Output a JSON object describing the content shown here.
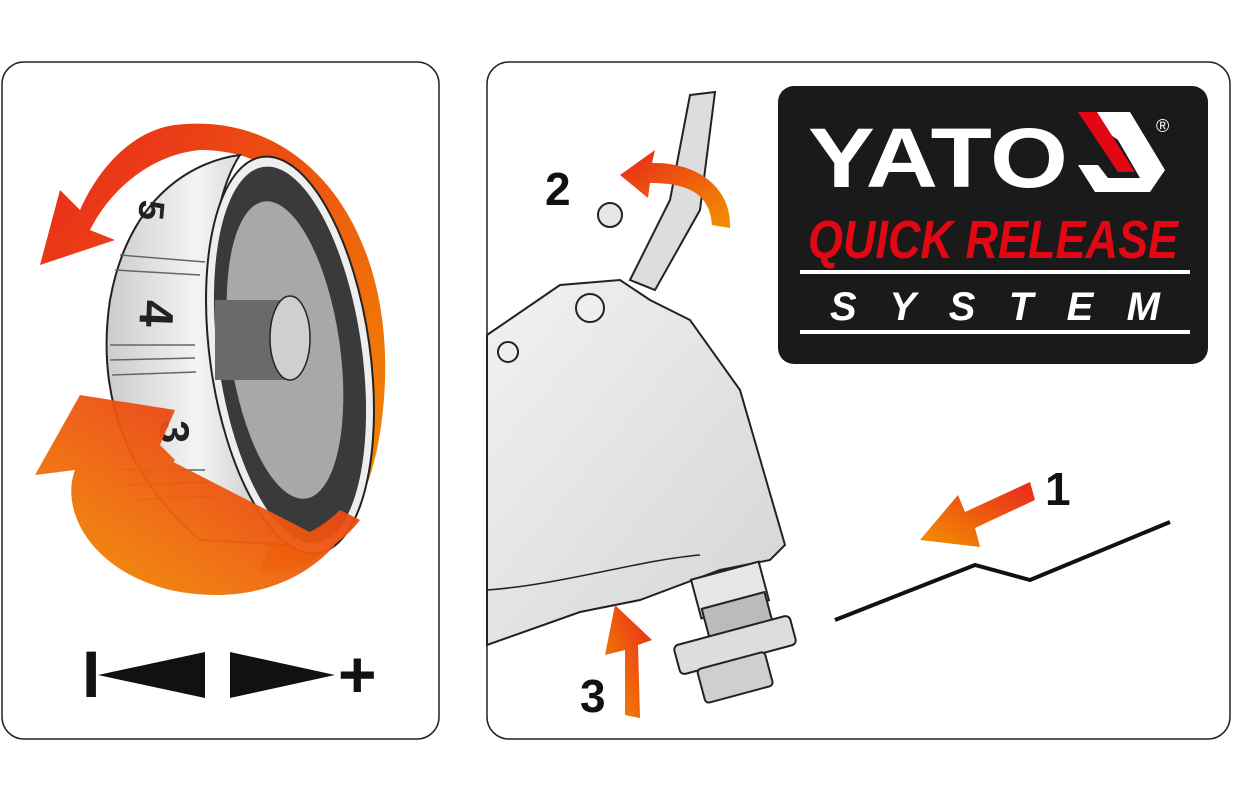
{
  "left_panel": {
    "dial_numbers": [
      "5",
      "4",
      "3"
    ],
    "speed_scale": {
      "min_symbol": "I",
      "max_symbol": "+"
    }
  },
  "right_panel": {
    "steps": [
      "1",
      "2",
      "3"
    ],
    "logo": {
      "brand": "YATO",
      "registered": "®",
      "line1": "QUICK RELEASE",
      "line2": "S Y S T E M"
    }
  },
  "colors": {
    "logo_bg": "#1a1a1a",
    "logo_red": "#e30613",
    "arrow_start": "#e8261c",
    "arrow_end": "#f39200"
  }
}
